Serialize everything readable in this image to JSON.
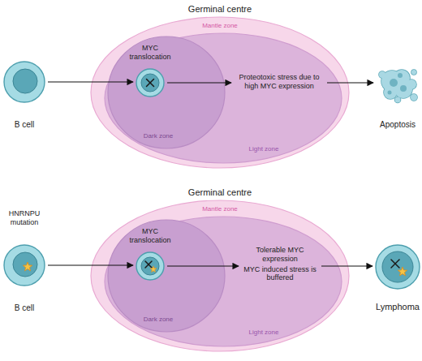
{
  "diagram": {
    "nodes": [
      {
        "text": [
          "B cell"
        ]
      },
      {
        "text": [
          "Germinal centre",
          "Mantle zone"
        ]
      },
      {
        "text": [
          "Light zone"
        ],
        "in": 1
      },
      {
        "text": [
          "Dark zone"
        ],
        "in": 2
      },
      {
        "text": [
          "MYC translocation"
        ],
        "in": 3
      },
      {
        "text": [
          "Proteotoxic stress due to high MYC expression"
        ],
        "in": 2
      },
      {
        "text": [
          "Apoptosis"
        ]
      },
      {
        "text": [
          "HNRNPU mutation",
          "B cell"
        ]
      },
      {
        "text": [
          "Germinal centre",
          "Mantle zone"
        ]
      },
      {
        "text": [
          "Light zone"
        ],
        "in": 8
      },
      {
        "text": [
          "Dark zone"
        ],
        "in": 9
      },
      {
        "text": [
          "MYC translocation"
        ],
        "in": 10
      },
      {
        "text": [
          "Tolerable MYC expression",
          "MYC induced stress is buffered"
        ],
        "in": 9
      },
      {
        "text": [
          "Lymphoma"
        ]
      }
    ],
    "edges": [
      {
        "from": 0,
        "to": 4,
        "arrow": "to"
      },
      {
        "from": 4,
        "to": 5,
        "arrow": "to"
      },
      {
        "from": 5,
        "to": 6,
        "arrow": "to"
      },
      {
        "from": 7,
        "to": 11,
        "arrow": "to"
      },
      {
        "from": 11,
        "to": 12,
        "arrow": "to"
      },
      {
        "from": 12,
        "to": 13,
        "arrow": "to"
      }
    ]
  }
}
